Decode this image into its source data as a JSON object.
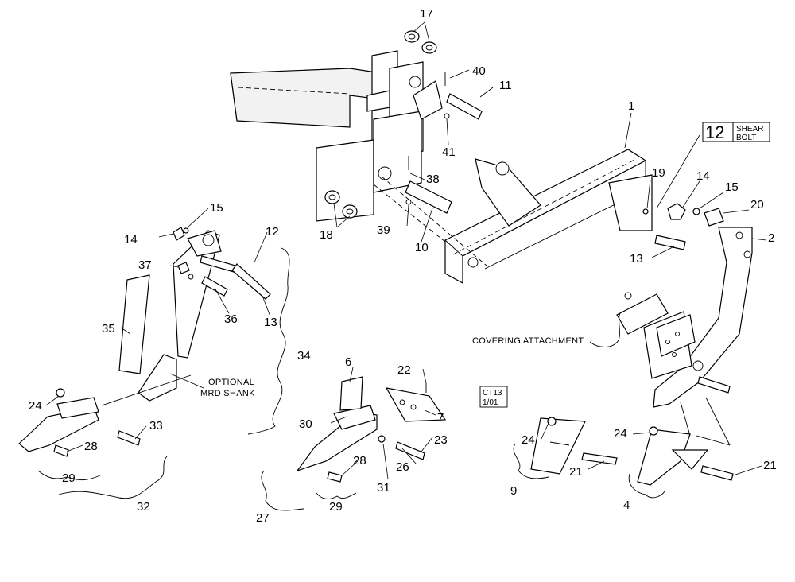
{
  "diagram": {
    "callouts": [
      "17",
      "40",
      "11",
      "1",
      "12",
      "19",
      "14",
      "15",
      "20",
      "2",
      "13",
      "38",
      "41",
      "18",
      "39",
      "10",
      "15",
      "14",
      "12",
      "37",
      "36",
      "13",
      "35",
      "34",
      "6",
      "22",
      "7",
      "30",
      "24",
      "33",
      "28",
      "29",
      "32",
      "28",
      "26",
      "23",
      "31",
      "29",
      "27",
      "24",
      "24",
      "21",
      "9",
      "21",
      "4"
    ],
    "shear_bolt_box": {
      "number": "12",
      "label_line1": "SHEAR",
      "label_line2": "BOLT"
    },
    "notes": {
      "covering_attachment": "COVERING ATTACHMENT",
      "optional_line1": "OPTIONAL",
      "optional_line2": "MRD SHANK"
    },
    "stamp": {
      "line1": "CT13",
      "line2": "1/01"
    }
  }
}
